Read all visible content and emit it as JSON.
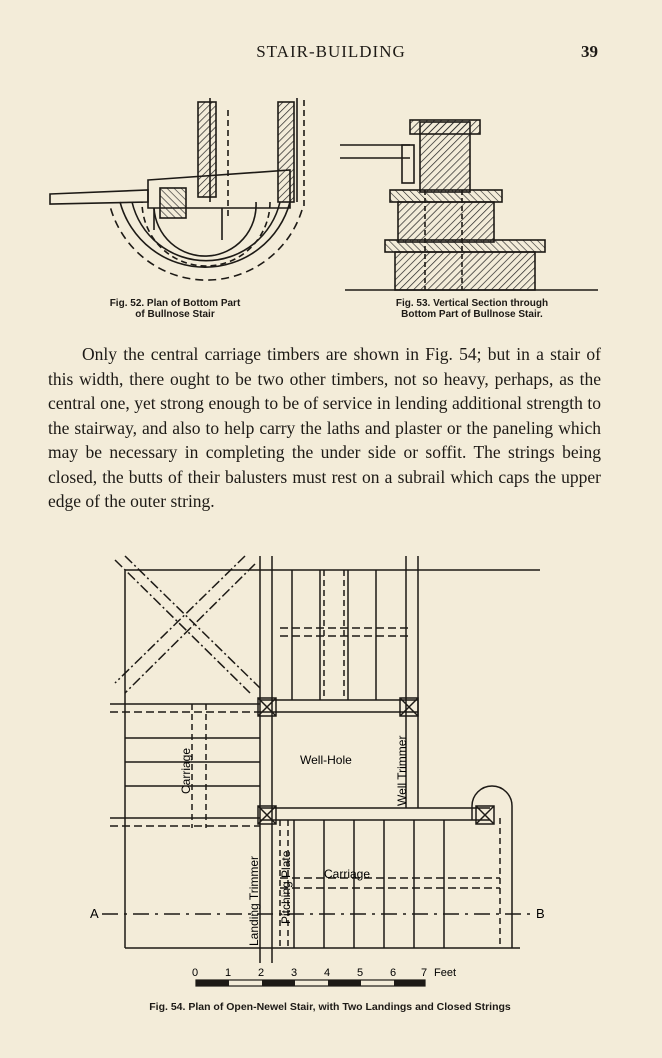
{
  "header": {
    "title": "STAIR-BUILDING",
    "page_number": "39"
  },
  "figures": {
    "fig52": {
      "caption_line1": "Fig. 52. Plan of Bottom Part",
      "caption_line2": "of Bullnose Stair"
    },
    "fig53": {
      "caption_line1": "Fig. 53. Vertical Section through",
      "caption_line2": "Bottom Part of Bullnose Stair."
    },
    "fig54": {
      "caption": "Fig. 54. Plan of Open-Newel Stair, with Two Landings and Closed Strings",
      "labels": {
        "well_hole": "Well-Hole",
        "well_trimmer": "Well Trimmer",
        "carriage_left": "Carriage",
        "carriage_bottom": "Carriage",
        "landing_trimmer": "Landing Trimmer",
        "pitching_plate": "Pitching Plate",
        "point_a": "A",
        "point_b": "B"
      },
      "scale": {
        "ticks": [
          "0",
          "1",
          "2",
          "3",
          "4",
          "5",
          "6",
          "7"
        ],
        "unit": "Feet"
      }
    }
  },
  "body": {
    "paragraph": "Only the central carriage timbers are shown in Fig. 54; but in a stair of this width, there ought to be two other timbers, not so heavy, perhaps, as the central one, yet strong enough to be of service in lending additional strength to the stairway, and also to help carry the laths and plaster or the paneling which may be necessary in completing the under side or soffit. The strings being closed, the butts of their balusters must rest on a subrail which caps the upper edge of the outer string."
  }
}
